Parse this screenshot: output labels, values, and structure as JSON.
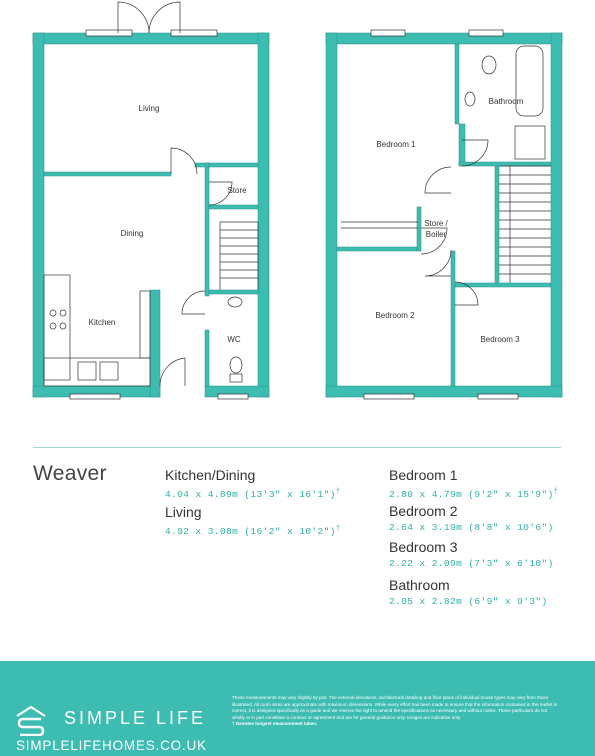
{
  "house_name": "Weaver",
  "rooms_ground": {
    "living": "Living",
    "dining": "Dining",
    "store": "Store",
    "kitchen": "Kitchen",
    "wc": "WC"
  },
  "rooms_first": {
    "bedroom1": "Bedroom 1",
    "bathroom": "Bathroom",
    "store_line1": "Store /",
    "store_line2": "Boiler",
    "bedroom2": "Bedroom 2",
    "bedroom3": "Bedroom 3"
  },
  "specs": [
    {
      "name": "Kitchen/Dining",
      "dims": "4.04 x 4.89m (13'3\" x 16'1\")",
      "mark": "†"
    },
    {
      "name": "Living",
      "dims": "4.92 x 3.08m (16'2\" x 10'2\")",
      "mark": "†"
    },
    {
      "name": "Bedroom 1",
      "dims": "2.80 x 4.79m (9'2\" x 15'9\")",
      "mark": "†"
    },
    {
      "name": "Bedroom 2",
      "dims": "2.64 x 3.19m (8'8\" x 10'6\")",
      "mark": ""
    },
    {
      "name": "Bedroom 3",
      "dims": "2.22 x 2.09m (7'3\" x 6'10\")",
      "mark": ""
    },
    {
      "name": "Bathroom",
      "dims": "2.05 x 2.82m (6'9\" x 9'3\")",
      "mark": ""
    }
  ],
  "footer": {
    "brand": "SIMPLE LIFE",
    "site": "SIMPLELIFEHOMES.CO.UK",
    "disclaimer": "These measurements may vary slightly by plot. The external elevations, architectural detailing and floor plans of individual house types may vary from those illustrated. All room sizes are approximate with maximum dimensions. While every effort has been made to ensure that the information contained in this leaflet is correct, it is designed specifically as a guide and we reserve the right to amend the specifications as necessary and without notice. These particulars do not wholly or in part constitute a contract or agreement and are for general guidance only. Images are indicative only.",
    "disclaimer_note": "† Denotes longest measurement taken."
  },
  "colors": {
    "wall": "#3dbcb1",
    "footer": "#3dbcb1",
    "text_accent": "#2ab0a6"
  }
}
